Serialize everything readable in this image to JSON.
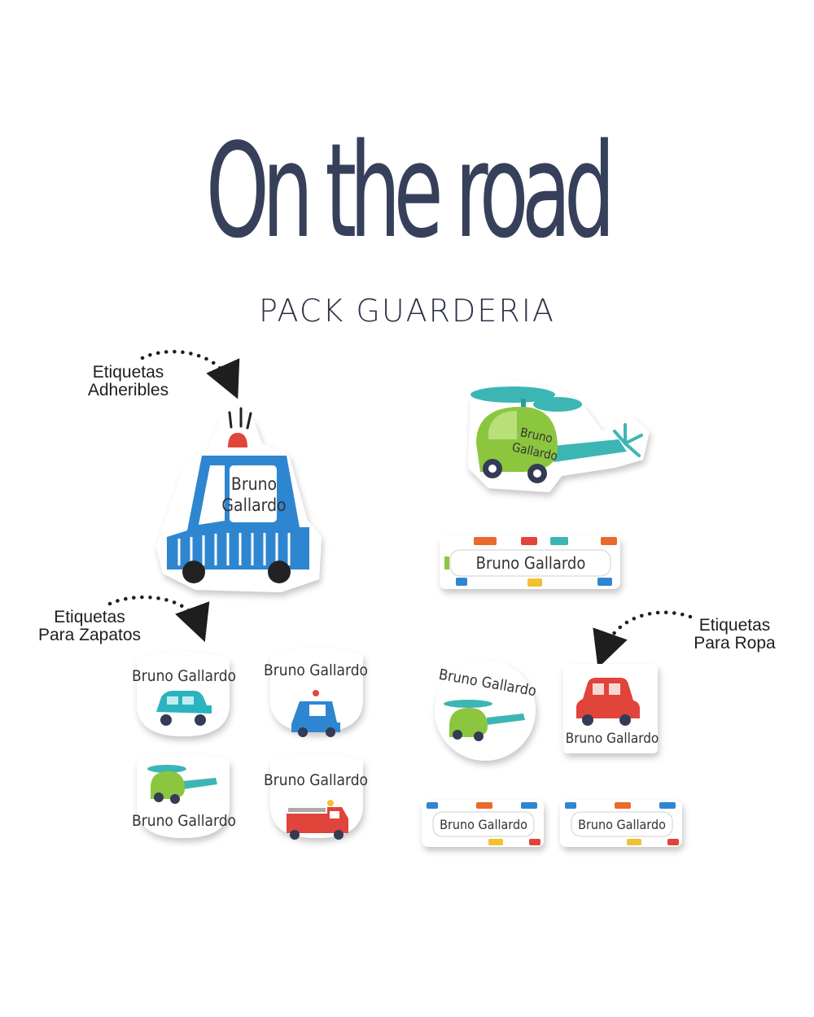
{
  "title": "On the road",
  "subtitle": "PACK GUARDERIA",
  "callouts": {
    "adheribles_line1": "Etiquetas",
    "adheribles_line2": "Adheribles",
    "zapatos_line1": "Etiquetas",
    "zapatos_line2": "Para Zapatos",
    "ropa_line1": "Etiquetas",
    "ropa_line2": "Para Ropa"
  },
  "label_name_line1": "Bruno",
  "label_name_line2": "Gallardo",
  "label_name_full": "Bruno Gallardo",
  "colors": {
    "title": "#36405a",
    "police_blue": "#2f86d0",
    "heli_green": "#8cc63f",
    "heli_teal": "#3cb6b4",
    "car_red": "#e0443a",
    "car_teal": "#2bb3c0"
  },
  "icons": [
    "police-car-icon",
    "helicopter-icon",
    "car-icon",
    "fire-truck-icon",
    "dotted-arrow-icon"
  ]
}
